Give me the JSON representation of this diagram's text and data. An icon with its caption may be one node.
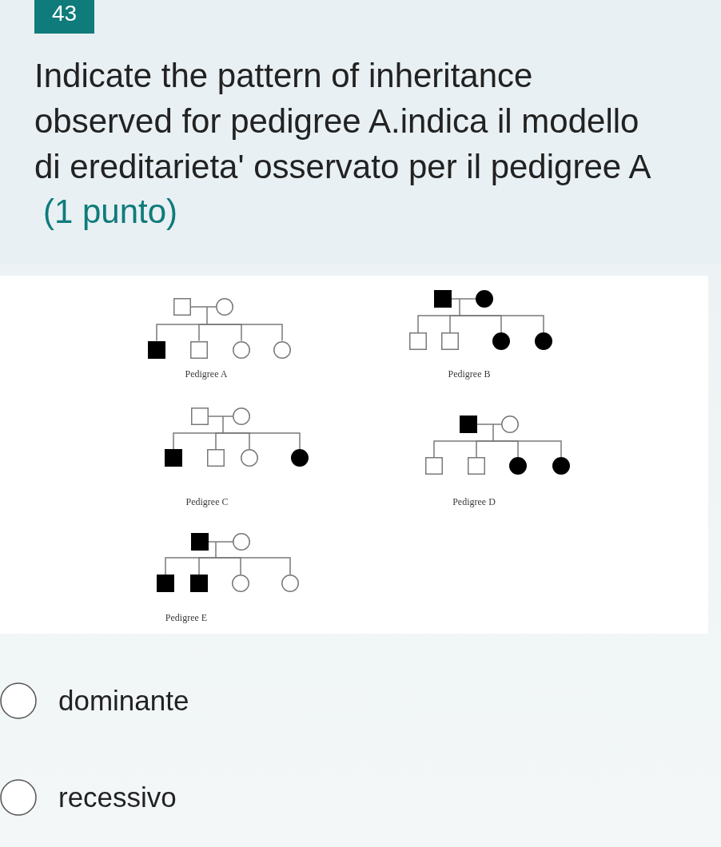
{
  "diagram": {
    "title": "Indicate the pattern of inheritance observed for pedigree A.indica il modello di ereditarieta' osservato per il pedigree A",
    "nodes": [
      {
        "text": [
          "43"
        ]
      },
      {
        "text": [],
        "shape": "box"
      },
      {
        "text": [],
        "shape": "circle"
      },
      {
        "text": [],
        "shape": "box"
      },
      {
        "text": [],
        "shape": "box"
      },
      {
        "text": [],
        "shape": "circle"
      },
      {
        "text": [],
        "shape": "circle"
      },
      {
        "text": [],
        "shape": "box"
      },
      {
        "text": [],
        "shape": "circle"
      },
      {
        "text": [],
        "shape": "box"
      },
      {
        "text": [],
        "shape": "box"
      },
      {
        "text": [],
        "shape": "circle"
      },
      {
        "text": [],
        "shape": "circle"
      },
      {
        "text": [],
        "shape": "box"
      },
      {
        "text": [],
        "shape": "circle"
      },
      {
        "text": [],
        "shape": "box"
      },
      {
        "text": [],
        "shape": "box"
      },
      {
        "text": [],
        "shape": "circle"
      },
      {
        "text": [],
        "shape": "circle"
      },
      {
        "text": [],
        "shape": "box"
      },
      {
        "text": [],
        "shape": "circle"
      },
      {
        "text": [],
        "shape": "box"
      },
      {
        "text": [],
        "shape": "box"
      },
      {
        "text": [],
        "shape": "circle"
      },
      {
        "text": [],
        "shape": "circle"
      },
      {
        "text": [],
        "shape": "box"
      },
      {
        "text": [],
        "shape": "circle"
      },
      {
        "text": [],
        "shape": "box"
      },
      {
        "text": [],
        "shape": "box"
      },
      {
        "text": [],
        "shape": "circle"
      },
      {
        "text": [],
        "shape": "circle"
      }
    ],
    "edges": [
      {
        "from": 1,
        "to": 2,
        "arrow": "none"
      },
      {
        "from": 1,
        "to": 3,
        "arrow": "none"
      },
      {
        "from": 2,
        "to": 3,
        "arrow": "none"
      },
      {
        "from": 1,
        "to": 4,
        "arrow": "none"
      },
      {
        "from": 2,
        "to": 4,
        "arrow": "none"
      },
      {
        "from": 1,
        "to": 5,
        "arrow": "none"
      },
      {
        "from": 2,
        "to": 5,
        "arrow": "none"
      },
      {
        "from": 1,
        "to": 6,
        "arrow": "none"
      },
      {
        "from": 2,
        "to": 6,
        "arrow": "none"
      },
      {
        "from": 7,
        "to": 8,
        "arrow": "none"
      },
      {
        "from": 7,
        "to": 9,
        "arrow": "none"
      },
      {
        "from": 8,
        "to": 9,
        "arrow": "none"
      },
      {
        "from": 7,
        "to": 10,
        "arrow": "none"
      },
      {
        "from": 8,
        "to": 10,
        "arrow": "none"
      },
      {
        "from": 7,
        "to": 11,
        "arrow": "none"
      },
      {
        "from": 8,
        "to": 11,
        "arrow": "none"
      },
      {
        "from": 7,
        "to": 12,
        "arrow": "none"
      },
      {
        "from": 8,
        "to": 12,
        "arrow": "none"
      },
      {
        "from": 13,
        "to": 14,
        "arrow": "none"
      },
      {
        "from": 13,
        "to": 15,
        "arrow": "none"
      },
      {
        "from": 14,
        "to": 15,
        "arrow": "none"
      },
      {
        "from": 13,
        "to": 16,
        "arrow": "none"
      },
      {
        "from": 14,
        "to": 16,
        "arrow": "none"
      },
      {
        "from": 13,
        "to": 17,
        "arrow": "none"
      },
      {
        "from": 14,
        "to": 17,
        "arrow": "none"
      },
      {
        "from": 13,
        "to": 18,
        "arrow": "none"
      },
      {
        "from": 14,
        "to": 18,
        "arrow": "none"
      },
      {
        "from": 19,
        "to": 20,
        "arrow": "none"
      },
      {
        "from": 19,
        "to": 21,
        "arrow": "none"
      },
      {
        "from": 20,
        "to": 21,
        "arrow": "none"
      },
      {
        "from": 19,
        "to": 22,
        "arrow": "none"
      },
      {
        "from": 20,
        "to": 22,
        "arrow": "none"
      },
      {
        "from": 19,
        "to": 23,
        "arrow": "none"
      },
      {
        "from": 20,
        "to": 23,
        "arrow": "none"
      },
      {
        "from": 19,
        "to": 24,
        "arrow": "none"
      },
      {
        "from": 20,
        "to": 24,
        "arrow": "none"
      },
      {
        "from": 25,
        "to": 26,
        "arrow": "none"
      },
      {
        "from": 25,
        "to": 27,
        "arrow": "none"
      },
      {
        "from": 26,
        "to": 27,
        "arrow": "none"
      },
      {
        "from": 25,
        "to": 28,
        "arrow": "none"
      },
      {
        "from": 26,
        "to": 28,
        "arrow": "none"
      },
      {
        "from": 25,
        "to": 29,
        "arrow": "none"
      },
      {
        "from": 26,
        "to": 29,
        "arrow": "none"
      },
      {
        "from": 25,
        "to": 30,
        "arrow": "none"
      },
      {
        "from": 26,
        "to": 30,
        "arrow": "none"
      }
    ],
    "labels": [
      "(1 punto)",
      "Pedigree A",
      "Pedigree B",
      "Pedigree C",
      "Pedigree D",
      "Pedigree E",
      "dominante",
      "recessivo"
    ]
  }
}
